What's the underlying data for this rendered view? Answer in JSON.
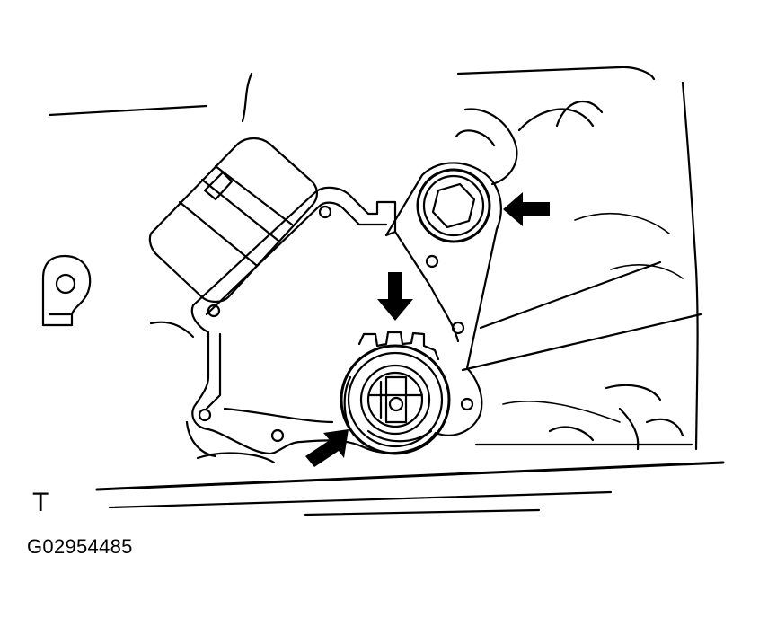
{
  "figure": {
    "view_letter": "T",
    "figure_code": "G02954485",
    "callouts": [
      "arrow-to-bolt-right",
      "arrow-down-to-switch",
      "arrow-up-to-switch-lower-left"
    ]
  }
}
